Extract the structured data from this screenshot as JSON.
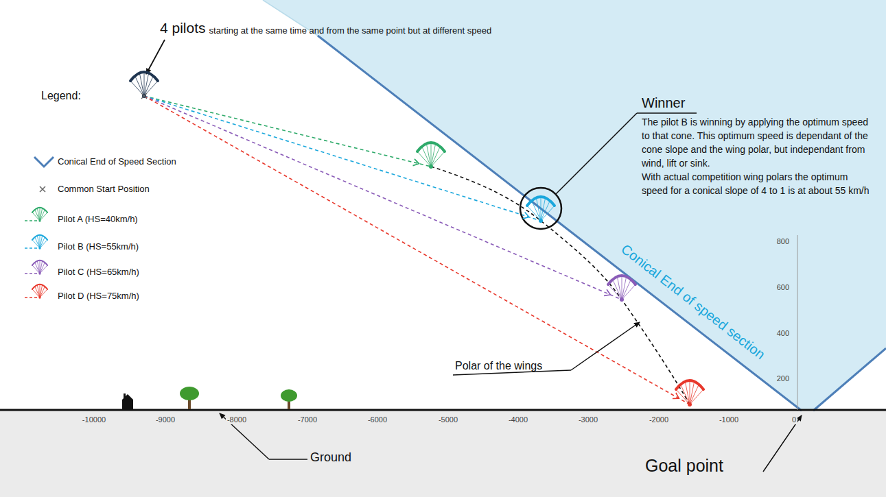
{
  "diagram": {
    "labels": [
      "4 pilots",
      "starting at the same time and from the same point but at different speed",
      "Legend:",
      "Winner",
      "The pilot B is winning by applying the optimum speed to that cone. This optimum speed is dependant of the cone slope and the wing polar, but independant from wind, lift or sink.",
      "With actual competition wing polars the optimum speed for a conical slope of 4 to 1 is at about 55 km/h",
      "Conical End of speed section",
      "Polar of the wings",
      "Ground",
      "Goal point",
      "-10000",
      "-9000",
      "-8000",
      "-7000",
      "-6000",
      "-5000",
      "-4000",
      "-3000",
      "-2000",
      "-1000",
      "0",
      "800",
      "600",
      "400",
      "200"
    ],
    "legend": [
      {
        "text": "Conical End of Speed Section"
      },
      {
        "text": "Common Start Position"
      },
      {
        "text": "Pilot A (HS=40km/h)"
      },
      {
        "text": "Pilot B (HS=55km/h)"
      },
      {
        "text": "Pilot C (HS=65km/h)"
      },
      {
        "text": "Pilot D (HS=75km/h)"
      }
    ]
  }
}
